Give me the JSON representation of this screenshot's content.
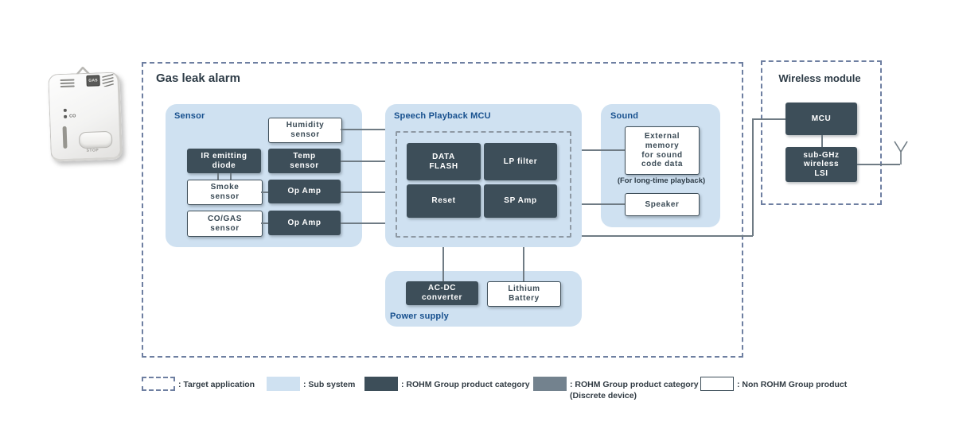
{
  "diagram": {
    "title": "Gas leak alarm",
    "wireless_title": "Wireless module"
  },
  "device": {
    "gas_badge": "GAS",
    "co_label": "CO",
    "stop_label": "STOP"
  },
  "sensor": {
    "title": "Sensor",
    "blocks": {
      "humidity": "Humidity\nsensor",
      "ir_diode": "IR emitting\ndiode",
      "temp": "Temp\nsensor",
      "smoke": "Smoke\nsensor",
      "opamp1": "Op Amp",
      "cogas": "CO/GAS\nsensor",
      "opamp2": "Op Amp"
    }
  },
  "speech": {
    "title": "Speech Playback MCU",
    "blocks": {
      "data_flash": "DATA\nFLASH",
      "lp_filter": "LP filter",
      "reset": "Reset",
      "sp_amp": "SP Amp"
    }
  },
  "sound": {
    "title": "Sound",
    "external_memory": "External\nmemory\nfor sound\ncode data",
    "note": "(For long-time playback)",
    "speaker": "Speaker"
  },
  "power": {
    "title": "Power supply",
    "acdc": "AC-DC\nconverter",
    "battery": "Lithium\nBattery"
  },
  "wireless": {
    "mcu": "MCU",
    "subghz": "sub-GHz\nwireless\nLSI"
  },
  "legend": {
    "target_application": ": Target application",
    "sub_system": ": Sub system",
    "rohm_category": ": ROHM Group product category",
    "rohm_discrete": ": ROHM Group product category\n(Discrete device)",
    "non_rohm": ": Non ROHM Group product"
  },
  "colors": {
    "sub_system_fill": "#cfe1f1",
    "rohm_block": "#3d4e59",
    "rohm_discrete_block": "#73828e",
    "frame_dash": "#6e7fa1",
    "section_title": "#17508e",
    "connector": "#6f7b84"
  }
}
